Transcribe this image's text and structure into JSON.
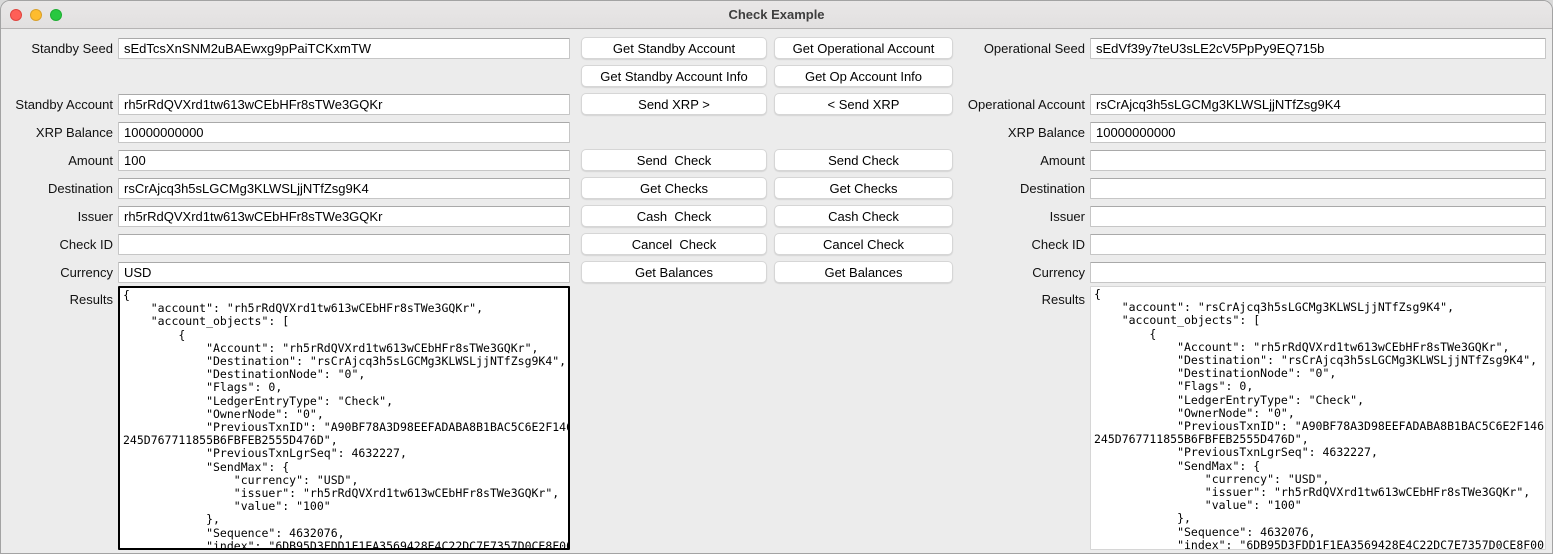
{
  "window": {
    "title": "Check Example",
    "traffic_light_colors": {
      "close": "#ff5f57",
      "minimize": "#febc2e",
      "zoom": "#28c840"
    }
  },
  "standby": {
    "seed": {
      "label": "Standby Seed",
      "value": "sEdTcsXnSNM2uBAEwxg9pPaiTCKxmTW"
    },
    "account": {
      "label": "Standby Account",
      "value": "rh5rRdQVXrd1tw613wCEbHFr8sTWe3GQKr"
    },
    "balance": {
      "label": "XRP Balance",
      "value": "10000000000"
    },
    "amount": {
      "label": "Amount",
      "value": "100"
    },
    "destination": {
      "label": "Destination",
      "value": "rsCrAjcq3h5sLGCMg3KLWSLjjNTfZsg9K4"
    },
    "issuer": {
      "label": "Issuer",
      "value": "rh5rRdQVXrd1tw613wCEbHFr8sTWe3GQKr"
    },
    "check_id": {
      "label": "Check ID",
      "value": ""
    },
    "currency": {
      "label": "Currency",
      "value": "USD"
    },
    "results_label": "Results",
    "results": "{\n    \"account\": \"rh5rRdQVXrd1tw613wCEbHFr8sTWe3GQKr\",\n    \"account_objects\": [\n        {\n            \"Account\": \"rh5rRdQVXrd1tw613wCEbHFr8sTWe3GQKr\",\n            \"Destination\": \"rsCrAjcq3h5sLGCMg3KLWSLjjNTfZsg9K4\",\n            \"DestinationNode\": \"0\",\n            \"Flags\": 0,\n            \"LedgerEntryType\": \"Check\",\n            \"OwnerNode\": \"0\",\n            \"PreviousTxnID\": \"A90BF78A3D98EEFADABA8B1BAC5C6E2F146\n245D767711855B6FBFEB2555D476D\",\n            \"PreviousTxnLgrSeq\": 4632227,\n            \"SendMax\": {\n                \"currency\": \"USD\",\n                \"issuer\": \"rh5rRdQVXrd1tw613wCEbHFr8sTWe3GQKr\",\n                \"value\": \"100\"\n            },\n            \"Sequence\": 4632076,\n            \"index\": \"6DB95D3FDD1F1EA3569428E4C22DC7E7357D0CE8F00"
  },
  "operational": {
    "seed": {
      "label": "Operational Seed",
      "value": "sEdVf39y7teU3sLE2cV5PpPy9EQ715b"
    },
    "account": {
      "label": "Operational Account",
      "value": "rsCrAjcq3h5sLGCMg3KLWSLjjNTfZsg9K4"
    },
    "balance": {
      "label": "XRP Balance",
      "value": "10000000000"
    },
    "amount": {
      "label": "Amount",
      "value": ""
    },
    "destination": {
      "label": "Destination",
      "value": ""
    },
    "issuer": {
      "label": "Issuer",
      "value": ""
    },
    "check_id": {
      "label": "Check ID",
      "value": ""
    },
    "currency": {
      "label": "Currency",
      "value": ""
    },
    "results_label": "Results",
    "results": "{\n    \"account\": \"rsCrAjcq3h5sLGCMg3KLWSLjjNTfZsg9K4\",\n    \"account_objects\": [\n        {\n            \"Account\": \"rh5rRdQVXrd1tw613wCEbHFr8sTWe3GQKr\",\n            \"Destination\": \"rsCrAjcq3h5sLGCMg3KLWSLjjNTfZsg9K4\",\n            \"DestinationNode\": \"0\",\n            \"Flags\": 0,\n            \"LedgerEntryType\": \"Check\",\n            \"OwnerNode\": \"0\",\n            \"PreviousTxnID\": \"A90BF78A3D98EEFADABA8B1BAC5C6E2F146\n245D767711855B6FBFEB2555D476D\",\n            \"PreviousTxnLgrSeq\": 4632227,\n            \"SendMax\": {\n                \"currency\": \"USD\",\n                \"issuer\": \"rh5rRdQVXrd1tw613wCEbHFr8sTWe3GQKr\",\n                \"value\": \"100\"\n            },\n            \"Sequence\": 4632076,\n            \"index\": \"6DB95D3FDD1F1EA3569428E4C22DC7E7357D0CE8F00"
  },
  "buttons": {
    "standby": [
      "Get Standby Account",
      "Get Standby Account Info",
      "Send XRP >",
      "Send  Check",
      "Get Checks",
      "Cash  Check",
      "Cancel  Check",
      "Get Balances"
    ],
    "operational": [
      "Get Operational Account",
      "Get Op Account Info",
      "< Send XRP",
      "Send Check",
      "Get Checks",
      "Cash Check",
      "Cancel Check",
      "Get Balances"
    ]
  }
}
